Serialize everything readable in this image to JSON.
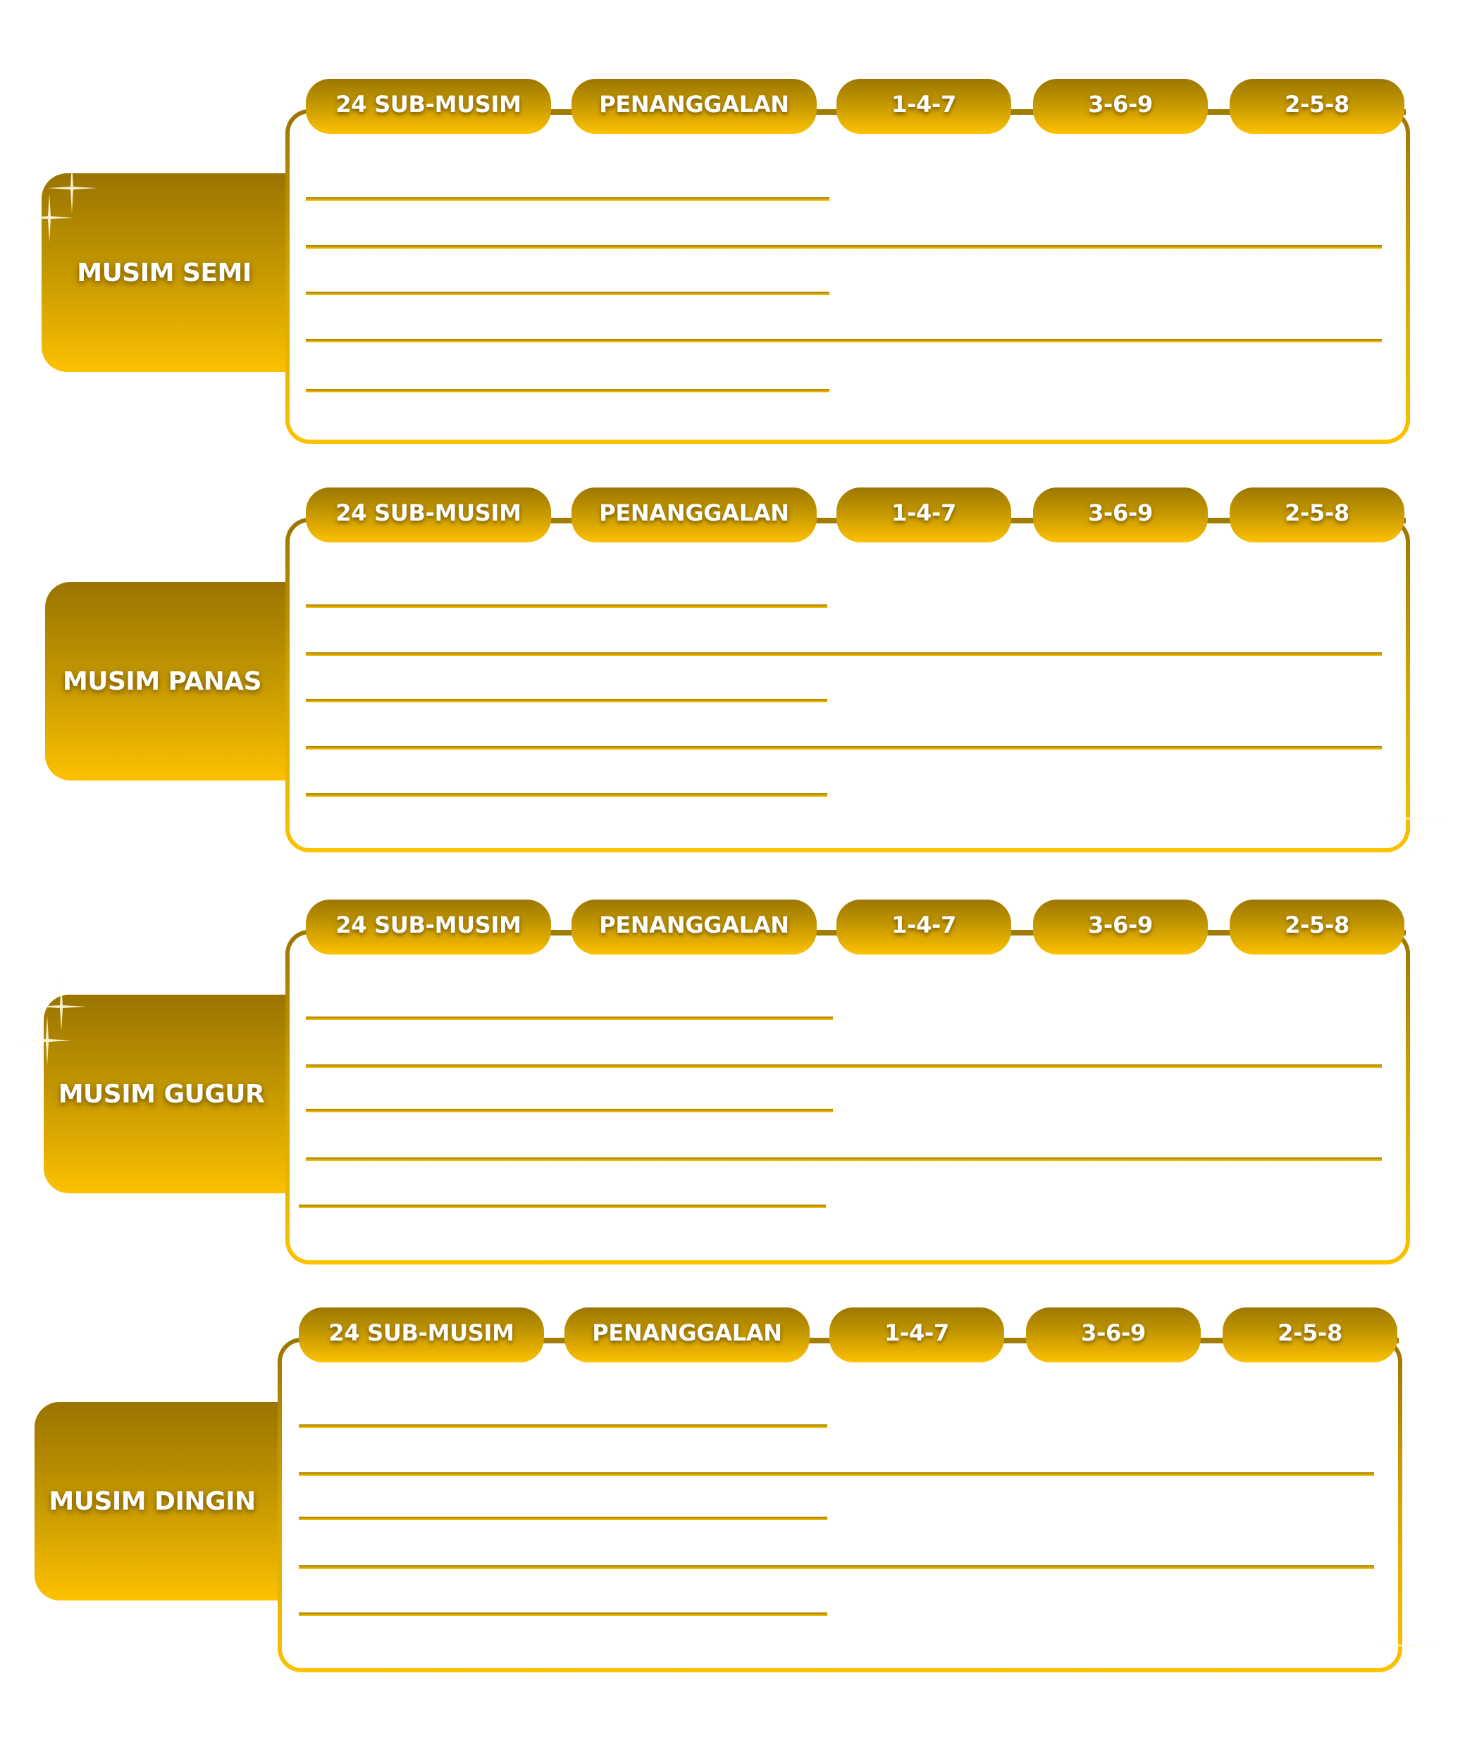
{
  "columns": [
    "24 SUB-MUSIM",
    "PENANGGALAN",
    "1-4-7",
    "3-6-9",
    "2-5-8"
  ],
  "seasons": [
    {
      "label": "MUSIM SEMI",
      "rows": [
        "",
        "",
        "",
        "",
        ""
      ]
    },
    {
      "label": "MUSIM PANAS",
      "rows": [
        "",
        "",
        "",
        "",
        ""
      ]
    },
    {
      "label": "MUSIM GUGUR",
      "rows": [
        "",
        "",
        "",
        "",
        ""
      ]
    },
    {
      "label": "MUSIM DINGIN",
      "rows": [
        "",
        "",
        "",
        "",
        ""
      ]
    }
  ],
  "colors": {
    "gold_dark": "#9c7700",
    "gold_light": "#fcc200",
    "text": "#ffffff",
    "background": "#ffffff"
  }
}
